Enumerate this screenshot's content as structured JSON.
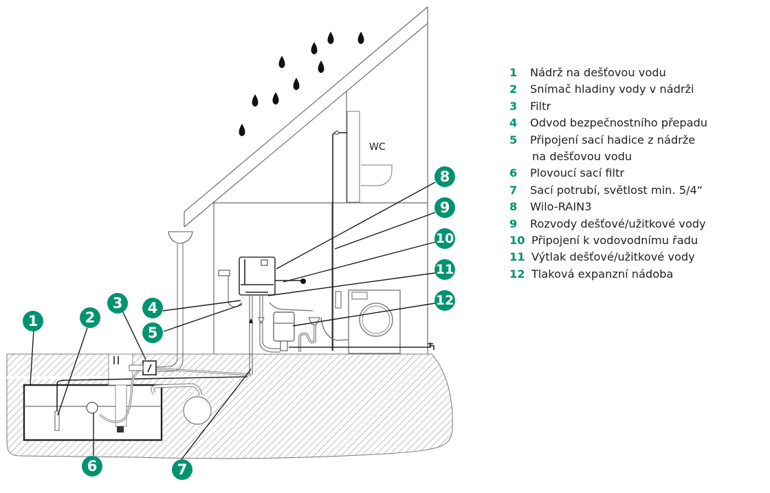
{
  "diagram": {
    "room_label": "WC",
    "accent_color": "#00936f",
    "callouts": [
      {
        "number": "1",
        "target": "rainwater-tank"
      },
      {
        "number": "2",
        "target": "level-sensor"
      },
      {
        "number": "3",
        "target": "filter"
      },
      {
        "number": "4",
        "target": "overflow-drain"
      },
      {
        "number": "5",
        "target": "suction-hose-connection"
      },
      {
        "number": "6",
        "target": "floating-suction-filter"
      },
      {
        "number": "7",
        "target": "suction-pipe"
      },
      {
        "number": "8",
        "target": "wilo-rain3-unit"
      },
      {
        "number": "9",
        "target": "rainwater-distribution"
      },
      {
        "number": "10",
        "target": "mains-water-connection"
      },
      {
        "number": "11",
        "target": "rainwater-discharge"
      },
      {
        "number": "12",
        "target": "pressure-expansion-vessel"
      }
    ]
  },
  "legend": {
    "items": [
      {
        "number": "1",
        "text": "Nádrž na dešťovou vodu"
      },
      {
        "number": "2",
        "text": "Snímač hladiny vody v nádrži"
      },
      {
        "number": "3",
        "text": "Filtr"
      },
      {
        "number": "4",
        "text": "Odvod bezpečnostního přepadu"
      },
      {
        "number": "5",
        "text": "Připojení sací hadice z nádrže",
        "continuation": "na dešťovou vodu"
      },
      {
        "number": "6",
        "text": "Plovoucí sací filtr"
      },
      {
        "number": "7",
        "text": "Sací potrubí, světlost min. 5/4“"
      },
      {
        "number": "8",
        "text": "Wilo-RAIN3"
      },
      {
        "number": "9",
        "text": "Rozvody dešťové/užitkové vody"
      },
      {
        "number": "10",
        "text": "Připojení k vodovodnímu řadu"
      },
      {
        "number": "11",
        "text": "Výtlak dešťové/užitkové vody"
      },
      {
        "number": "12",
        "text": "Tlaková expanzní nádoba"
      }
    ]
  }
}
